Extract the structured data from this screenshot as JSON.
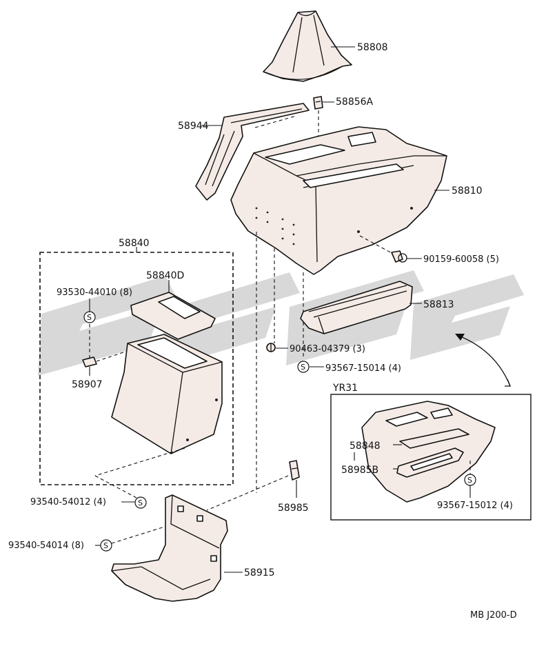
{
  "labels": {
    "p58808": "58808",
    "p58856A": "58856A",
    "p58944": "58944",
    "p58810": "58810",
    "p90159": "90159-60058 (5)",
    "p58840": "58840",
    "p58840D": "58840D",
    "p93530": "93530-44010 (8)",
    "p58813": "58813",
    "p90463": "90463-04379 (3)",
    "p93567a": "93567-15014 (4)",
    "p58907": "58907",
    "yr31": "YR31",
    "p58848": "58848",
    "p58985B": "58985B",
    "p93567b": "93567-15012 (4)",
    "p93540a": "93540-54012 (4)",
    "p58985": "58985",
    "p93540b": "93540-54014 (8)",
    "p58915": "58915",
    "ref": "MB J200-D"
  },
  "symbols": {
    "screw_mark": "S"
  },
  "colors": {
    "line": "#111111",
    "part_fill": "#f4ebe6",
    "watermark": "#b8b8b8"
  }
}
